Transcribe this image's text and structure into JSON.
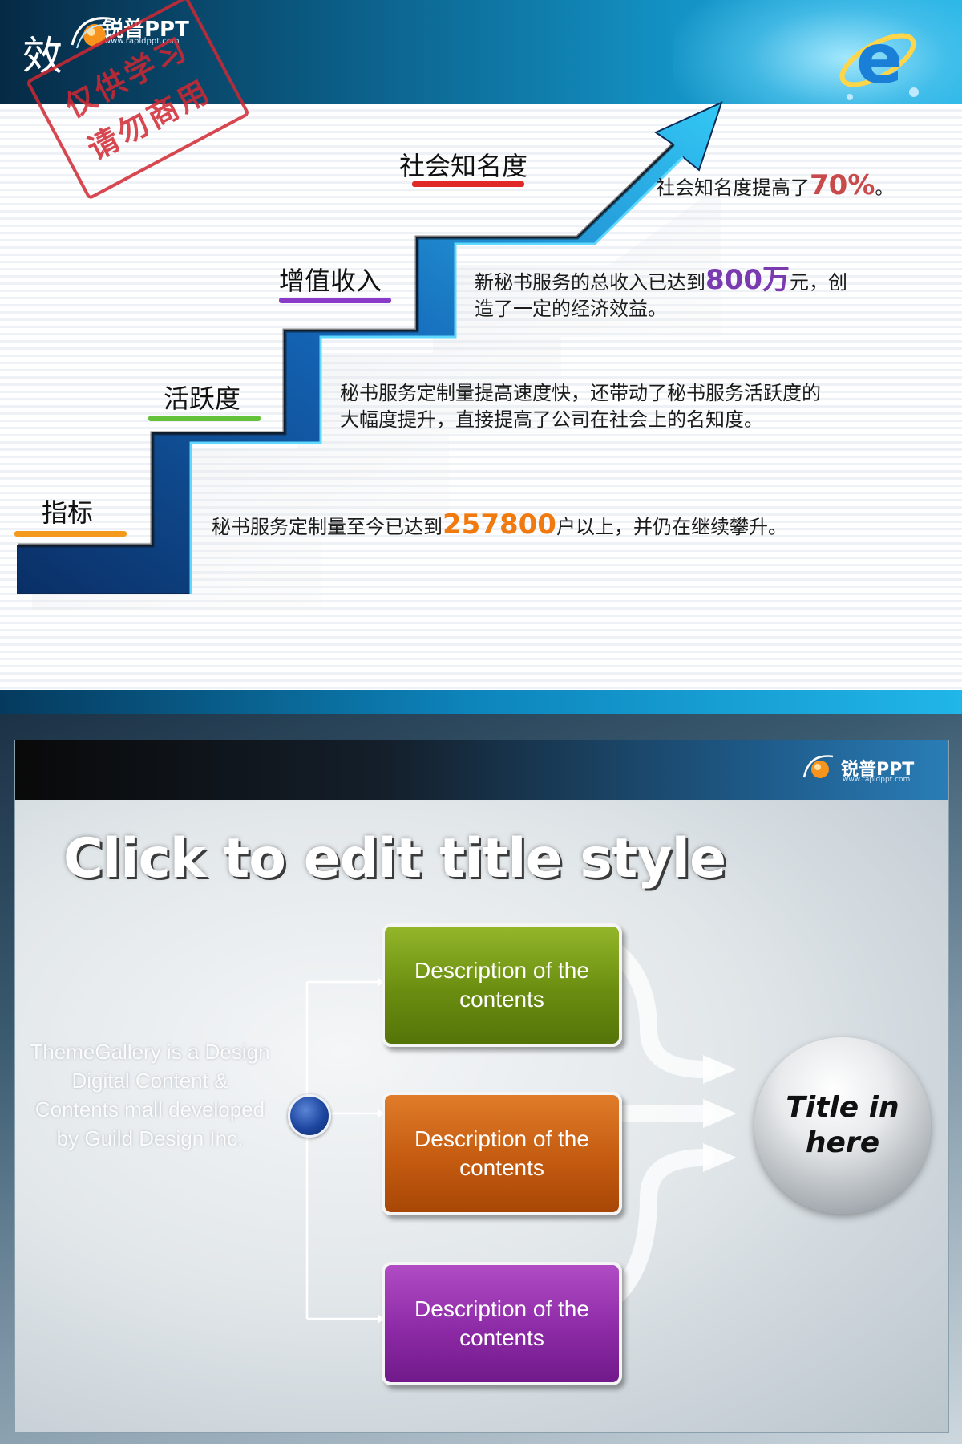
{
  "slide1": {
    "title": "效",
    "logo_text": "锐普PPT",
    "logo_url": "www.rapidppt.com",
    "stamp": {
      "line1": "仅供学习",
      "line2": "请勿商用"
    },
    "steps": [
      {
        "label": "指标",
        "bar_color": "#f39a1c"
      },
      {
        "label": "活跃度",
        "bar_color": "#63c13a"
      },
      {
        "label": "增值收入",
        "bar_color": "#8a3cc8"
      },
      {
        "label": "社会知名度",
        "bar_color": "#e02a2a"
      }
    ],
    "texts": {
      "t1_pre": "秘书服务定制量至今已达到",
      "t1_num": "257800",
      "t1_post": "户以上，并仍在继续攀升。",
      "t2_line1": "秘书服务定制量提高速度快，还带动了秘书服务活跃度的",
      "t2_line2": "大幅度提升，直接提高了公司在社会上的名知度。",
      "t3_pre": "新秘书服务的总收入已达到",
      "t3_num": "800万",
      "t3_post": "元，创",
      "t3_line2": "造了一定的经济效益。",
      "t4_pre": "社会知名度提高了",
      "t4_num": "70%",
      "t4_post": "。"
    }
  },
  "slide2": {
    "logo_text": "锐普PPT",
    "logo_url": "www.rapidppt.com",
    "title": "Click to edit title style",
    "description": "ThemeGallery  is a Design Digital Content & Contents mall developed by Guild Design Inc.",
    "boxes": [
      {
        "label": "Description of the contents"
      },
      {
        "label": "Description of the contents"
      },
      {
        "label": "Description of the contents"
      }
    ],
    "sphere_label": "Title in here"
  },
  "colors": {
    "accent_blue": "#1392c4",
    "green_box": "#6a8d10",
    "orange_box": "#c45b10",
    "purple_box": "#8d2aa6"
  }
}
